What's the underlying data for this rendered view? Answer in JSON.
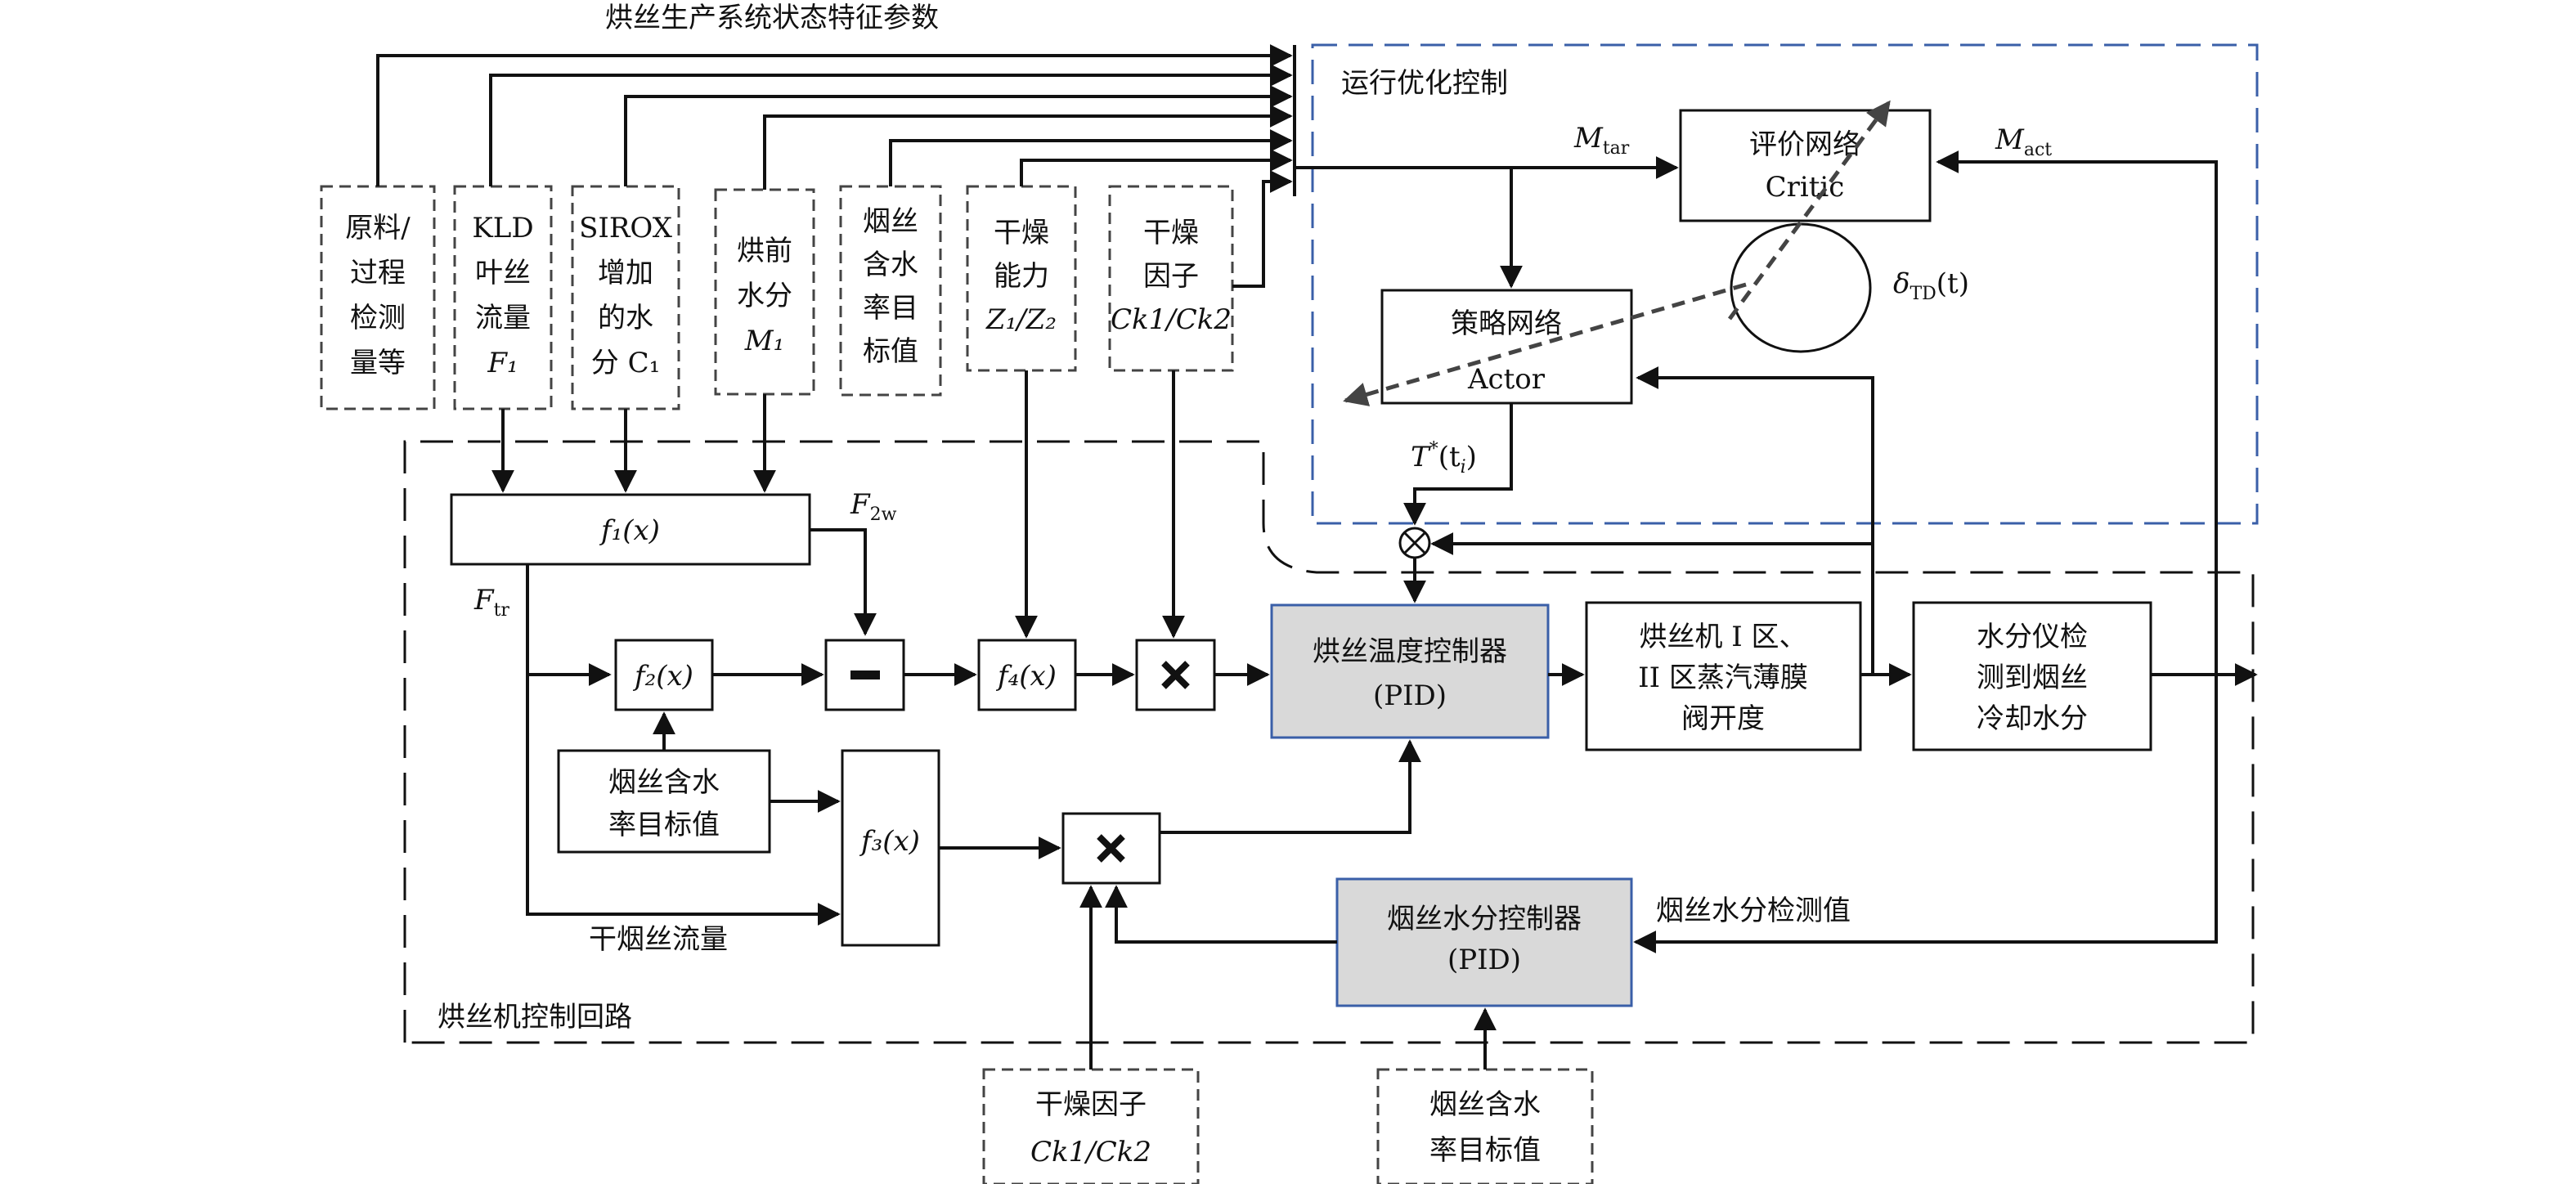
{
  "colors": {
    "line": "#111111",
    "pid_fill": "#d9d9d9",
    "pid_border": "#3a5fa8",
    "optimize_border": "#3a5fa8",
    "arrow_dashed": "#444444"
  },
  "top_label": "烘丝生产系统状态特征参数",
  "optimization_region_label": "运行优化控制",
  "loop_region_label": "烘丝机控制回路",
  "inputs": {
    "raw": [
      "原料/",
      "过程",
      "检测",
      "量等"
    ],
    "kld": [
      "KLD",
      "叶丝",
      "流量",
      "F₁"
    ],
    "sirox": [
      "SIROX",
      "增加",
      "的水",
      "分 C₁"
    ],
    "pre_moisture": [
      "烘前",
      "水分",
      "M₁"
    ],
    "target_moisture": [
      "烟丝",
      "含水",
      "率目",
      "标值"
    ],
    "dry_capacity": [
      "干燥",
      "能力",
      "Z₁/Z₂"
    ],
    "dry_factor": [
      "干燥",
      "因子",
      "Ck1/Ck2"
    ]
  },
  "critic": {
    "line1": "评价网络",
    "line2": "Critic"
  },
  "actor": {
    "line1": "策略网络",
    "line2": "Actor"
  },
  "labels": {
    "m_tar": "Mtar",
    "m_act": "Mact",
    "delta_td": "δTD(t)",
    "t_star": "T*(ti)",
    "f2w": "F2w",
    "ftr": "Ftr",
    "dry_tobacco_flow": "干烟丝流量",
    "moisture_detect_value": "烟丝水分检测值"
  },
  "blocks": {
    "f1": "f₁(x)",
    "f2": "f₂(x)",
    "f3": "f₃(x)",
    "f4": "f₄(x)",
    "minus": "−",
    "times": "×",
    "temp_pid": [
      "烘丝温度控制器",
      "(PID)"
    ],
    "dryer_zone": [
      "烘丝机 I 区、",
      "II 区蒸汽薄膜",
      "阀开度"
    ],
    "moisture_meter": [
      "水分仪检",
      "测到烟丝",
      "冷却水分"
    ],
    "target_inner": [
      "烟丝含水",
      "率目标值"
    ],
    "moisture_pid": [
      "烟丝水分控制器",
      "(PID)"
    ],
    "bottom_dry_factor": [
      "干燥因子",
      "Ck1/Ck2"
    ],
    "bottom_target": [
      "烟丝含水",
      "率目标值"
    ]
  }
}
